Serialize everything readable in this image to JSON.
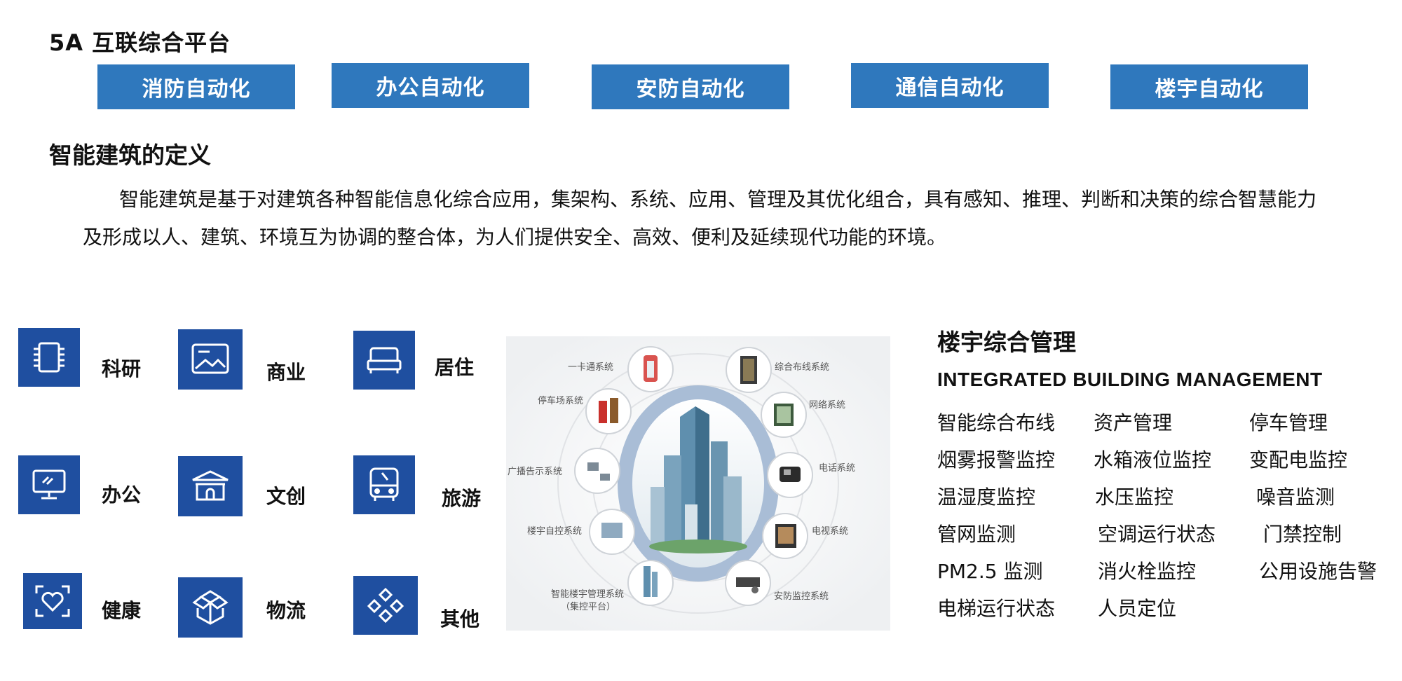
{
  "platform": {
    "title": "5A 互联综合平台",
    "buttons": [
      "消防自动化",
      "办公自动化",
      "安防自动化",
      "通信自动化",
      "楼宇自动化"
    ]
  },
  "definition": {
    "title": "智能建筑的定义",
    "text": "智能建筑是基于对建筑各种智能信息化综合应用，集架构、系统、应用、管理及其优化组合，具有感知、推理、判断和决策的综合智慧能力及形成以人、建筑、环境互为协调的整合体，为人们提供安全、高效、便利及延续现代功能的环境。"
  },
  "categories": [
    {
      "label": "科研",
      "icon": "chip-icon"
    },
    {
      "label": "商业",
      "icon": "picture-icon"
    },
    {
      "label": "居住",
      "icon": "bed-icon"
    },
    {
      "label": "办公",
      "icon": "monitor-icon"
    },
    {
      "label": "文创",
      "icon": "pavilion-icon"
    },
    {
      "label": "旅游",
      "icon": "bus-icon"
    },
    {
      "label": "健康",
      "icon": "heart-scan-icon"
    },
    {
      "label": "物流",
      "icon": "box-icon"
    },
    {
      "label": "其他",
      "icon": "diamonds-icon"
    }
  ],
  "diagram": {
    "systems": [
      "一卡通系统",
      "综合布线系统",
      "停车场系统",
      "网络系统",
      "电话系统",
      "广播告示系统",
      "电视系统",
      "楼宇自控系统",
      "安防监控系统",
      "智能楼宇管理系统",
      "（集控平台）"
    ]
  },
  "management": {
    "title": "楼宇综合管理",
    "subtitle": "INTEGRATED BUILDING MANAGEMENT",
    "items": [
      "智能综合布线",
      "资产管理",
      "停车管理",
      "烟雾报警监控",
      "水箱液位监控",
      "变配电监控",
      "温湿度监控",
      "水压监控",
      "噪音监测",
      "管网监测",
      "空调运行状态",
      "门禁控制",
      "PM2.5 监测",
      "消火栓监控",
      "公用设施告警",
      "电梯运行状态",
      "人员定位"
    ]
  },
  "colors": {
    "button_blue": "#2f78bd",
    "tile_blue": "#1f4fa0"
  }
}
